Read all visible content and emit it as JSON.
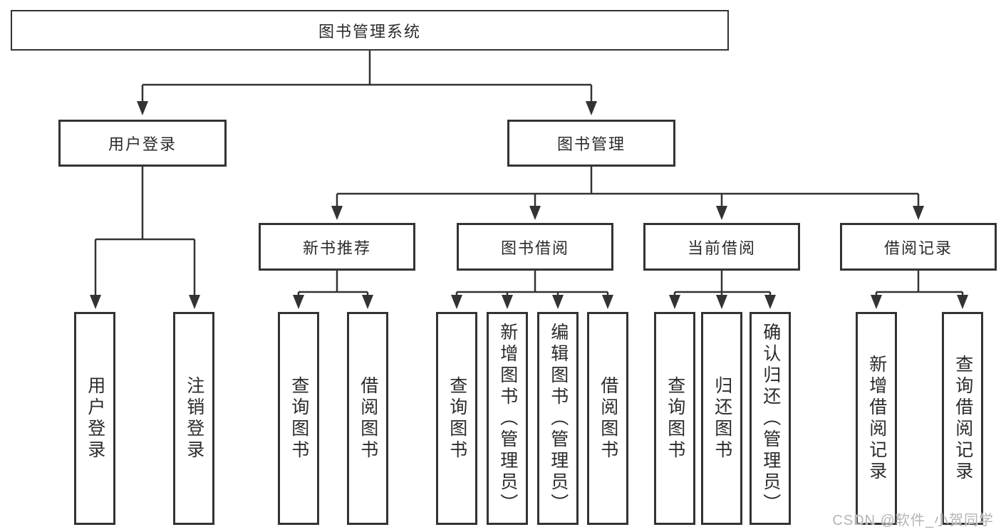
{
  "diagram": {
    "title": "图书管理系统",
    "watermark": "CSDN @软件_小贺同学",
    "colors": {
      "line": "#333333",
      "box_border": "#333333",
      "text": "#2b2b2b",
      "background": "#ffffff",
      "watermark": "#b4b4b4"
    },
    "level2": [
      {
        "label": "用户登录",
        "parent": "图书管理系统"
      },
      {
        "label": "图书管理",
        "parent": "图书管理系统"
      }
    ],
    "level3": [
      {
        "label": "新书推荐",
        "parent": "图书管理"
      },
      {
        "label": "图书借阅",
        "parent": "图书管理"
      },
      {
        "label": "当前借阅",
        "parent": "图书管理"
      },
      {
        "label": "借阅记录",
        "parent": "图书管理"
      }
    ],
    "level4": [
      {
        "label": "用户登录",
        "parent": "用户登录"
      },
      {
        "label": "注销登录",
        "parent": "用户登录"
      },
      {
        "label": "查询图书",
        "parent": "新书推荐"
      },
      {
        "label": "借阅图书",
        "parent": "新书推荐"
      },
      {
        "label": "查询图书",
        "parent": "图书借阅"
      },
      {
        "label": "新增图书（管理员）",
        "parent": "图书借阅"
      },
      {
        "label": "编辑图书（管理员）",
        "parent": "图书借阅"
      },
      {
        "label": "借阅图书",
        "parent": "图书借阅"
      },
      {
        "label": "查询图书",
        "parent": "当前借阅"
      },
      {
        "label": "归还图书",
        "parent": "当前借阅"
      },
      {
        "label": "确认归还（管理员）",
        "parent": "当前借阅"
      },
      {
        "label": "新增借阅记录",
        "parent": "借阅记录"
      },
      {
        "label": "查询借阅记录",
        "parent": "借阅记录"
      }
    ]
  }
}
